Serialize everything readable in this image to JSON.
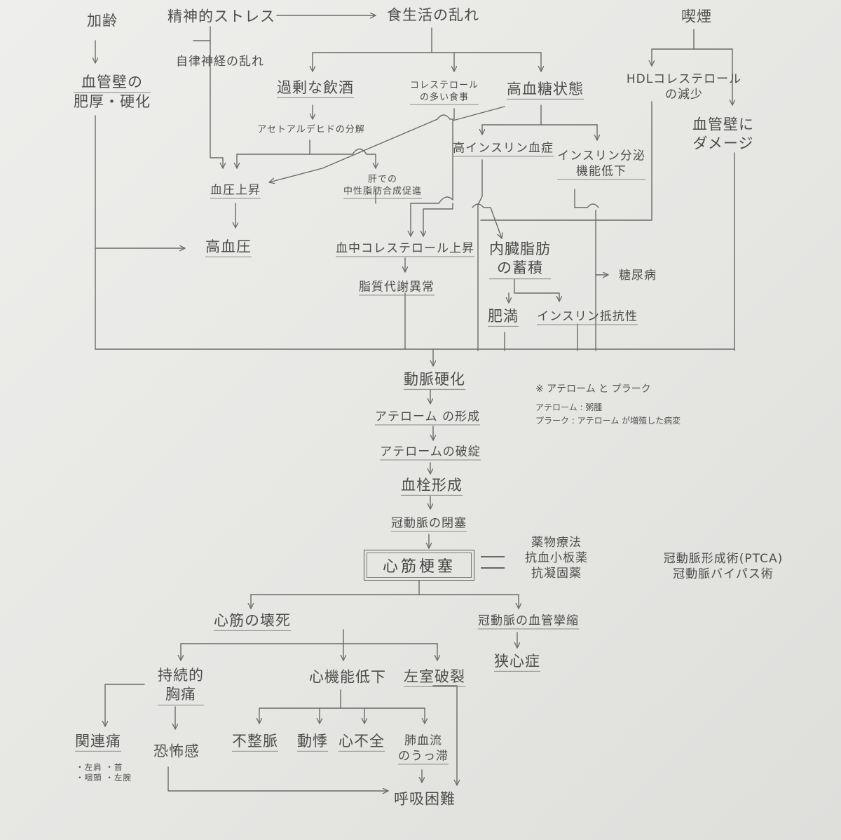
{
  "nodes": {
    "aging": [
      "加齢"
    ],
    "mental_stress": [
      "精神的ストレス"
    ],
    "eating_disorder": [
      "食生活の乱れ"
    ],
    "smoking": [
      "喫煙"
    ],
    "autonomic_disorder": [
      "自律神経の乱れ"
    ],
    "vessel_wall_thickening": [
      "血管壁の",
      "肥厚・硬化"
    ],
    "excess_drinking": [
      "過剰な飲酒"
    ],
    "cholesterol_diet": [
      "コレステロール",
      "の多い食事"
    ],
    "hyperglycemia": [
      "高血糖状態"
    ],
    "hdl_decrease": [
      "HDLコレステロール",
      "の減少"
    ],
    "vessel_damage": [
      "血管壁に",
      "ダメージ"
    ],
    "acetaldehyde": [
      "アセトアルデヒドの分解"
    ],
    "hyperinsulinemia": [
      "高インスリン血症"
    ],
    "insulin_secretion_decline": [
      "インスリン分泌",
      "機能低下"
    ],
    "bp_rise": [
      "血圧上昇"
    ],
    "liver_tg": [
      "肝での",
      "中性脂肪合成促進"
    ],
    "hypertension": [
      "高血圧"
    ],
    "blood_cholesterol_rise": [
      "血中コレステロール上昇"
    ],
    "visceral_fat": [
      "内臓脂肪",
      "の蓄積"
    ],
    "diabetes": [
      "糖尿病"
    ],
    "dyslipidemia": [
      "脂質代謝異常"
    ],
    "obesity": [
      "肥満"
    ],
    "insulin_resistance": [
      "インスリン抵抗性"
    ],
    "arteriosclerosis": [
      "動脈硬化"
    ],
    "atheroma_formation": [
      "アテローム の形成"
    ],
    "atheroma_rupture": [
      "アテロームの破綻"
    ],
    "thrombus": [
      "血栓形成"
    ],
    "coronary_occlusion": [
      "冠動脈の閉塞"
    ],
    "medication": [
      "薬物療法",
      "抗血小板薬",
      "抗凝固薬"
    ],
    "procedures": [
      "冠動脈形成術(PTCA)",
      "冠動脈バイパス術"
    ],
    "necrosis": [
      "心筋の壊死"
    ],
    "vasospasm": [
      "冠動脈の血管攣縮"
    ],
    "persistent_chest_pain": [
      "持続的",
      "胸痛"
    ],
    "cardiac_dysfunction": [
      "心機能低下"
    ],
    "lv_rupture": [
      "左室破裂"
    ],
    "angina": [
      "狭心症"
    ],
    "referred_pain": [
      "関連痛"
    ],
    "referred_pain_sites": [
      "・左肩 ・首",
      "・咽頭 ・左腕"
    ],
    "fear": [
      "恐怖感"
    ],
    "arrhythmia": [
      "不整脈"
    ],
    "palpitation": [
      "動悸"
    ],
    "heart_failure": [
      "心不全"
    ],
    "pulmonary_congestion": [
      "肺血流",
      "のうっ滞"
    ],
    "dyspnea": [
      "呼吸困難"
    ]
  },
  "mi": {
    "label": "心筋梗塞"
  },
  "note": {
    "title": "※ アテローム と プラーク",
    "lines": [
      "アテローム : 粥腫",
      "プラーク : アテローム が増殖した病変"
    ]
  },
  "colors": {
    "paper": "#e9e9e7",
    "pencil": "#4d4d4d",
    "line": "#6a6a6a"
  }
}
